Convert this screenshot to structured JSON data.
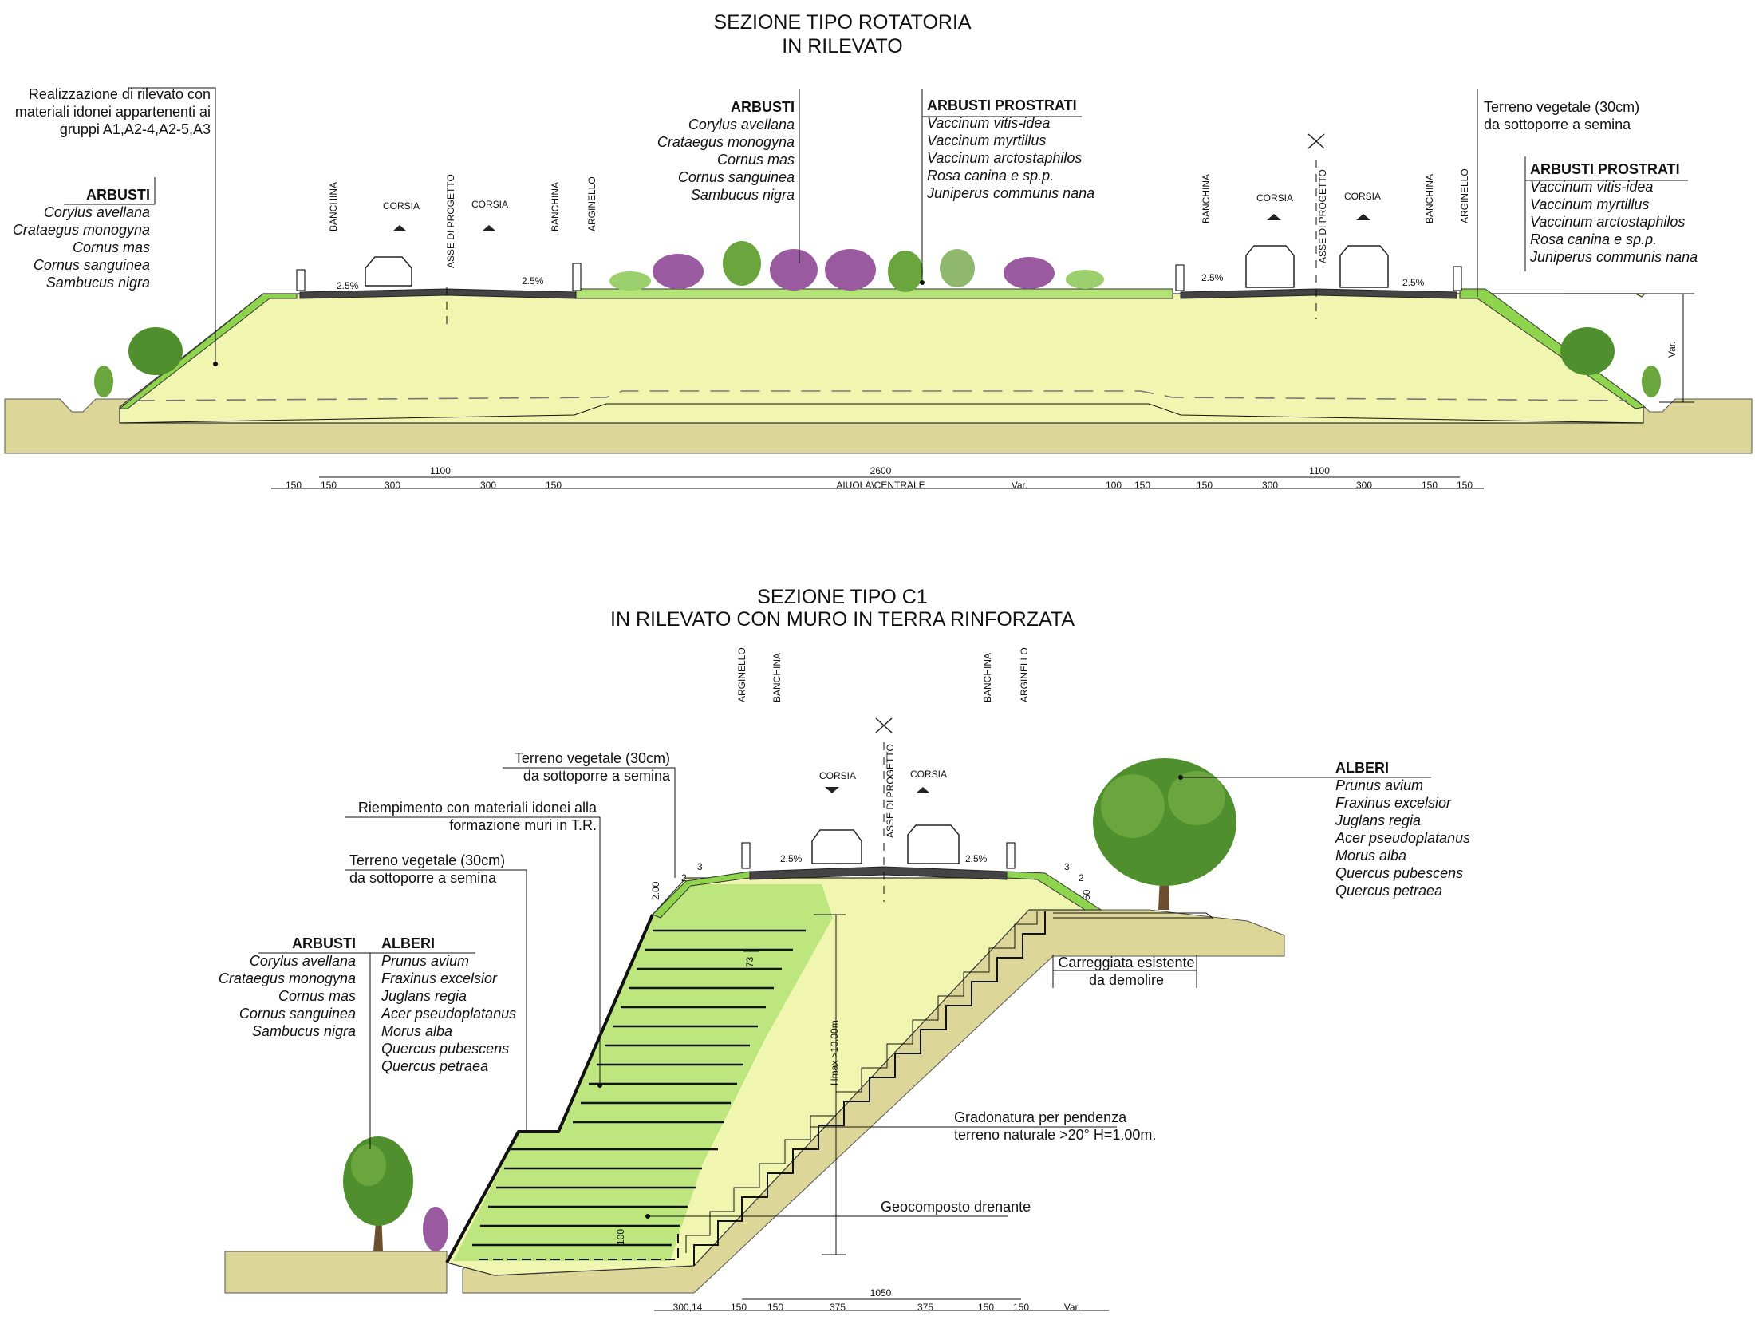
{
  "top": {
    "title_l1": "SEZIONE TIPO ROTATORIA",
    "title_l2": "IN RILEVATO",
    "rilevato_note": [
      "Realizzazione di rilevato con",
      "materiali idonei appartenenti ai",
      "gruppi A1,A2-4,A2-5,A3"
    ],
    "arbusti_left": {
      "head": "ARBUSTI",
      "items": [
        "Corylus avellana",
        "Crataegus monogyna",
        "Cornus mas",
        "Cornus sanguinea",
        "Sambucus nigra"
      ]
    },
    "arbusti_center": {
      "head": "ARBUSTI",
      "items": [
        "Corylus avellana",
        "Crataegus monogyna",
        "Cornus mas",
        "Cornus sanguinea",
        "Sambucus nigra"
      ]
    },
    "prostrati_center": {
      "head": "ARBUSTI PROSTRATI",
      "items": [
        "Vaccinum vitis-idea",
        "Vaccinum myrtillus",
        "Vaccinum arctostaphilos",
        "Rosa canina e sp.p.",
        "Juniperus communis nana"
      ]
    },
    "terreno_note": [
      "Terreno vegetale (30cm)",
      "da sottoporre a semina"
    ],
    "prostrati_right": {
      "head": "ARBUSTI PROSTRATI",
      "items": [
        "Vaccinum vitis-idea",
        "Vaccinum myrtillus",
        "Vaccinum arctostaphilos",
        "Rosa canina e sp.p.",
        "Juniperus communis nana"
      ]
    },
    "road_labels": {
      "banchina": "BANCHINA",
      "corsia": "CORSIA",
      "asse": "ASSE DI PROGETTO",
      "arginello": "ARGINELLO",
      "slope": "2.5%",
      "var": "Var."
    },
    "dims_total": [
      "1100",
      "2600",
      "1100"
    ],
    "dims_parts": [
      "150",
      "150",
      "300",
      "300",
      "150",
      "AIUOLA\\CENTRALE",
      "Var.",
      "100",
      "150",
      "150",
      "300",
      "300",
      "150",
      "150"
    ]
  },
  "bottom": {
    "title_l1": "SEZIONE TIPO C1",
    "title_l2": "IN RILEVATO CON MURO IN TERRA RINFORZATA",
    "road_labels": {
      "arginello": "ARGINELLO",
      "banchina": "BANCHINA",
      "corsia": "CORSIA",
      "asse": "ASSE DI PROGETTO",
      "slope": "2.5%"
    },
    "terreno_top": [
      "Terreno vegetale (30cm)",
      "da sottoporre a semina"
    ],
    "riempimento": [
      "Riempimento con materiali idonei alla",
      "formazione muri in T.R."
    ],
    "terreno_mid": [
      "Terreno vegetale (30cm)",
      "da sottoporre a semina"
    ],
    "arbusti": {
      "head": "ARBUSTI",
      "items": [
        "Corylus avellana",
        "Crataegus monogyna",
        "Cornus mas",
        "Cornus sanguinea",
        "Sambucus nigra"
      ]
    },
    "alberi_left": {
      "head": "ALBERI",
      "items": [
        "Prunus avium",
        "Fraxinus excelsior",
        "Juglans regia",
        "Acer pseudoplatanus",
        "Morus alba",
        "Quercus pubescens",
        "Quercus petraea"
      ]
    },
    "alberi_right": {
      "head": "ALBERI",
      "items": [
        "Prunus avium",
        "Fraxinus excelsior",
        "Juglans regia",
        "Acer pseudoplatanus",
        "Morus alba",
        "Quercus pubescens",
        "Quercus petraea"
      ]
    },
    "carreggiata": [
      "Carreggiata esistente",
      "da demolire"
    ],
    "gradonatura": [
      "Gradonatura per pendenza",
      "terreno naturale >20° H=1.00m."
    ],
    "geocomposto": "Geocomposto drenante",
    "hmax": "Hmax >10.00m",
    "dim_200": "2.00",
    "dim_73": "73",
    "dim_100": "100",
    "dim_50": "50",
    "small_2": "2",
    "small_3": "3",
    "dims_total": "1050",
    "dims_parts": [
      "300,14",
      "150",
      "150",
      "375",
      "375",
      "150",
      "150",
      "Var."
    ]
  },
  "colors": {
    "ground": "#dcd699",
    "fill": "#f0f5b0",
    "green": "#8ed44c",
    "strip": "#b4e476",
    "road": "#444444",
    "bush_purple": "#9a5aa0",
    "bush_green": "#4f8f2e"
  }
}
